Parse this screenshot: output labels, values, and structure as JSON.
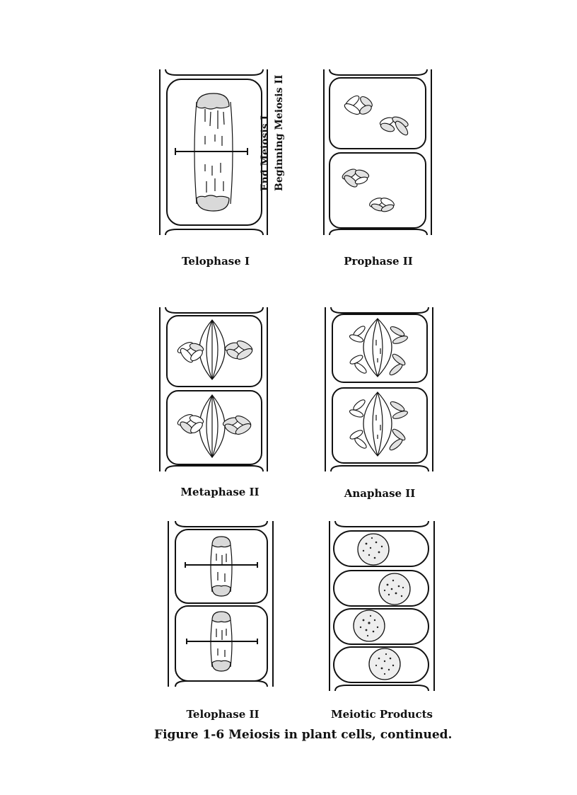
{
  "figure": {
    "caption": "Figure 1-6 Meiosis in plant cells, continued.",
    "side_note": {
      "line1": "End Meiosis I",
      "line2": "Beginning Meiosis II"
    },
    "panels": [
      {
        "id": "telophase-1",
        "label": "Telophase I"
      },
      {
        "id": "prophase-2",
        "label": "Prophase II"
      },
      {
        "id": "metaphase-2",
        "label": "Metaphase II"
      },
      {
        "id": "anaphase-2",
        "label": "Anaphase II"
      },
      {
        "id": "telophase-2",
        "label": "Telophase II"
      },
      {
        "id": "meiotic-products",
        "label": "Meiotic Products"
      }
    ]
  }
}
